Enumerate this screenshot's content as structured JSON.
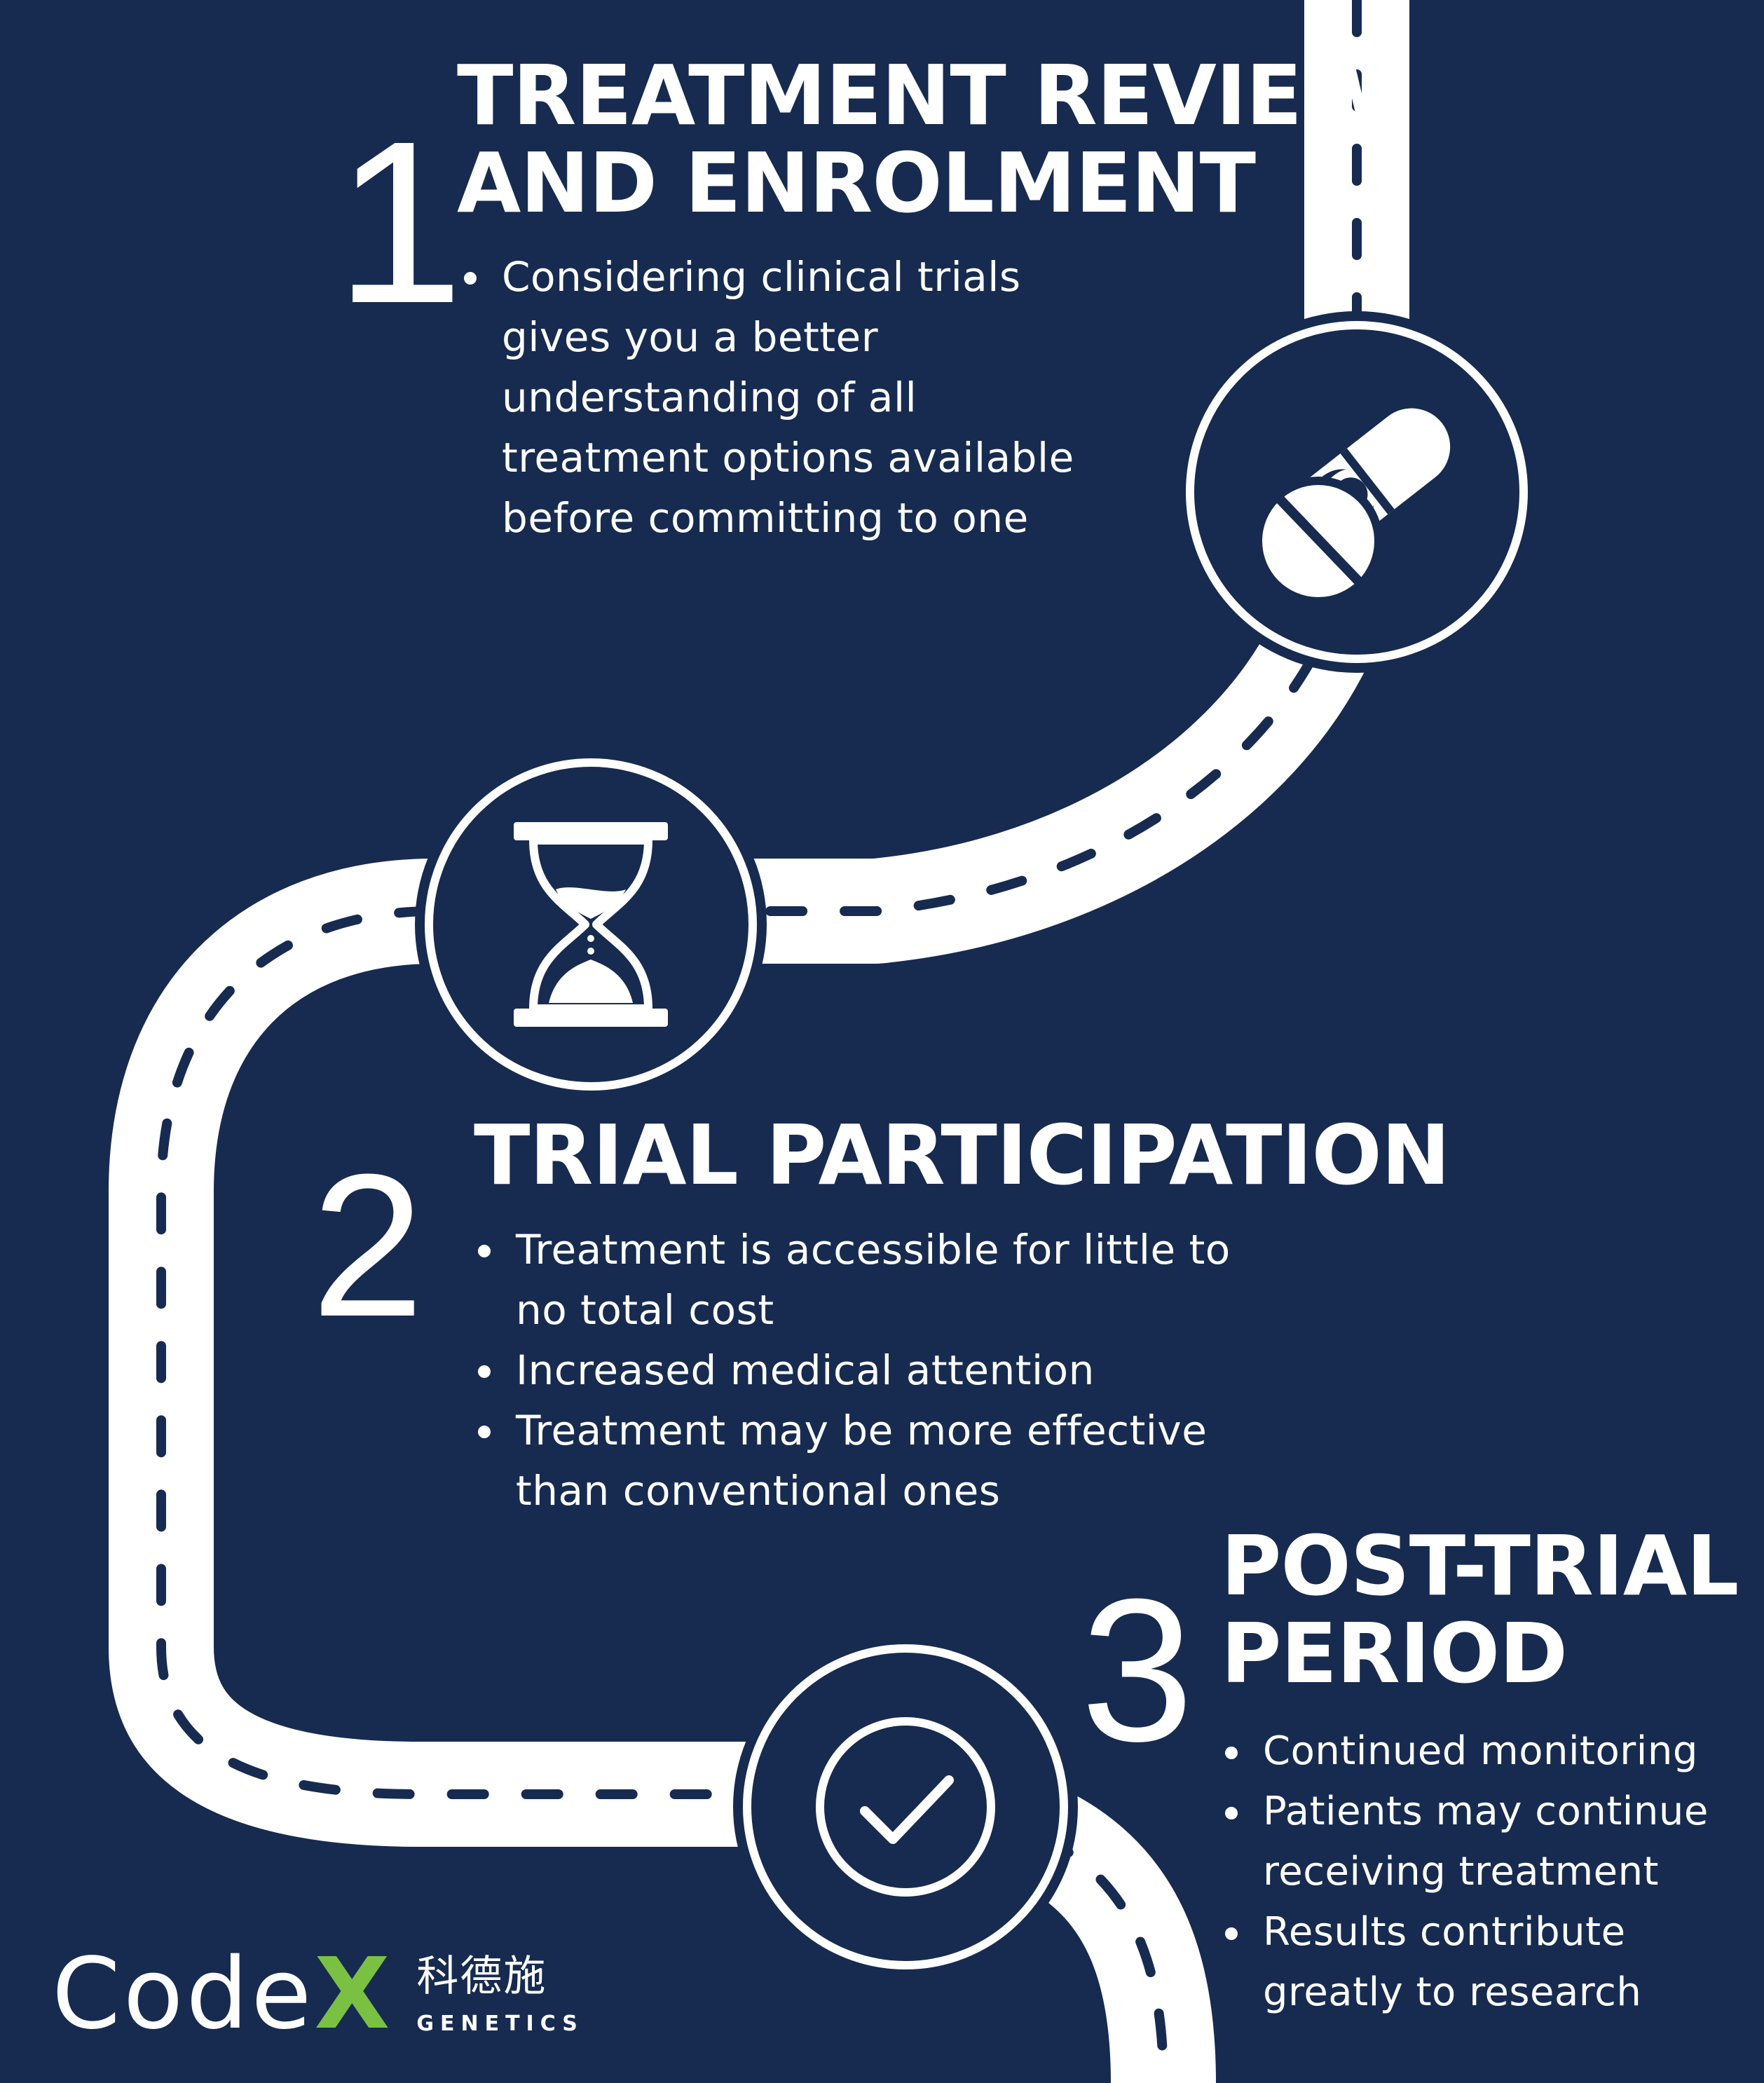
{
  "colors": {
    "background": "#172b50",
    "road": "#ffffff",
    "accent": "#7ac143"
  },
  "steps": [
    {
      "number": "1",
      "title": [
        "TREATMENT REVIEW",
        "AND ENROLMENT"
      ],
      "icon": "pills-icon",
      "bullets": [
        [
          "Considering clinical trials",
          "gives you a better",
          "understanding of all",
          "treatment options available",
          "before committing to one"
        ]
      ]
    },
    {
      "number": "2",
      "title": [
        "TRIAL PARTICIPATION"
      ],
      "icon": "hourglass-icon",
      "bullets": [
        [
          "Treatment is accessible for little to",
          "no total cost"
        ],
        [
          "Increased medical attention"
        ],
        [
          "Treatment may be more effective",
          "than conventional ones"
        ]
      ]
    },
    {
      "number": "3",
      "title": [
        "POST-TRIAL",
        "PERIOD"
      ],
      "icon": "checkmark-icon",
      "bullets": [
        [
          "Continued monitoring"
        ],
        [
          "Patients may continue",
          "receiving treatment"
        ],
        [
          "Results contribute",
          "greatly to research"
        ]
      ]
    }
  ],
  "logo": {
    "word_main": "Code",
    "word_accent": "X",
    "chinese": "科德施",
    "subtitle": "GENETICS"
  }
}
